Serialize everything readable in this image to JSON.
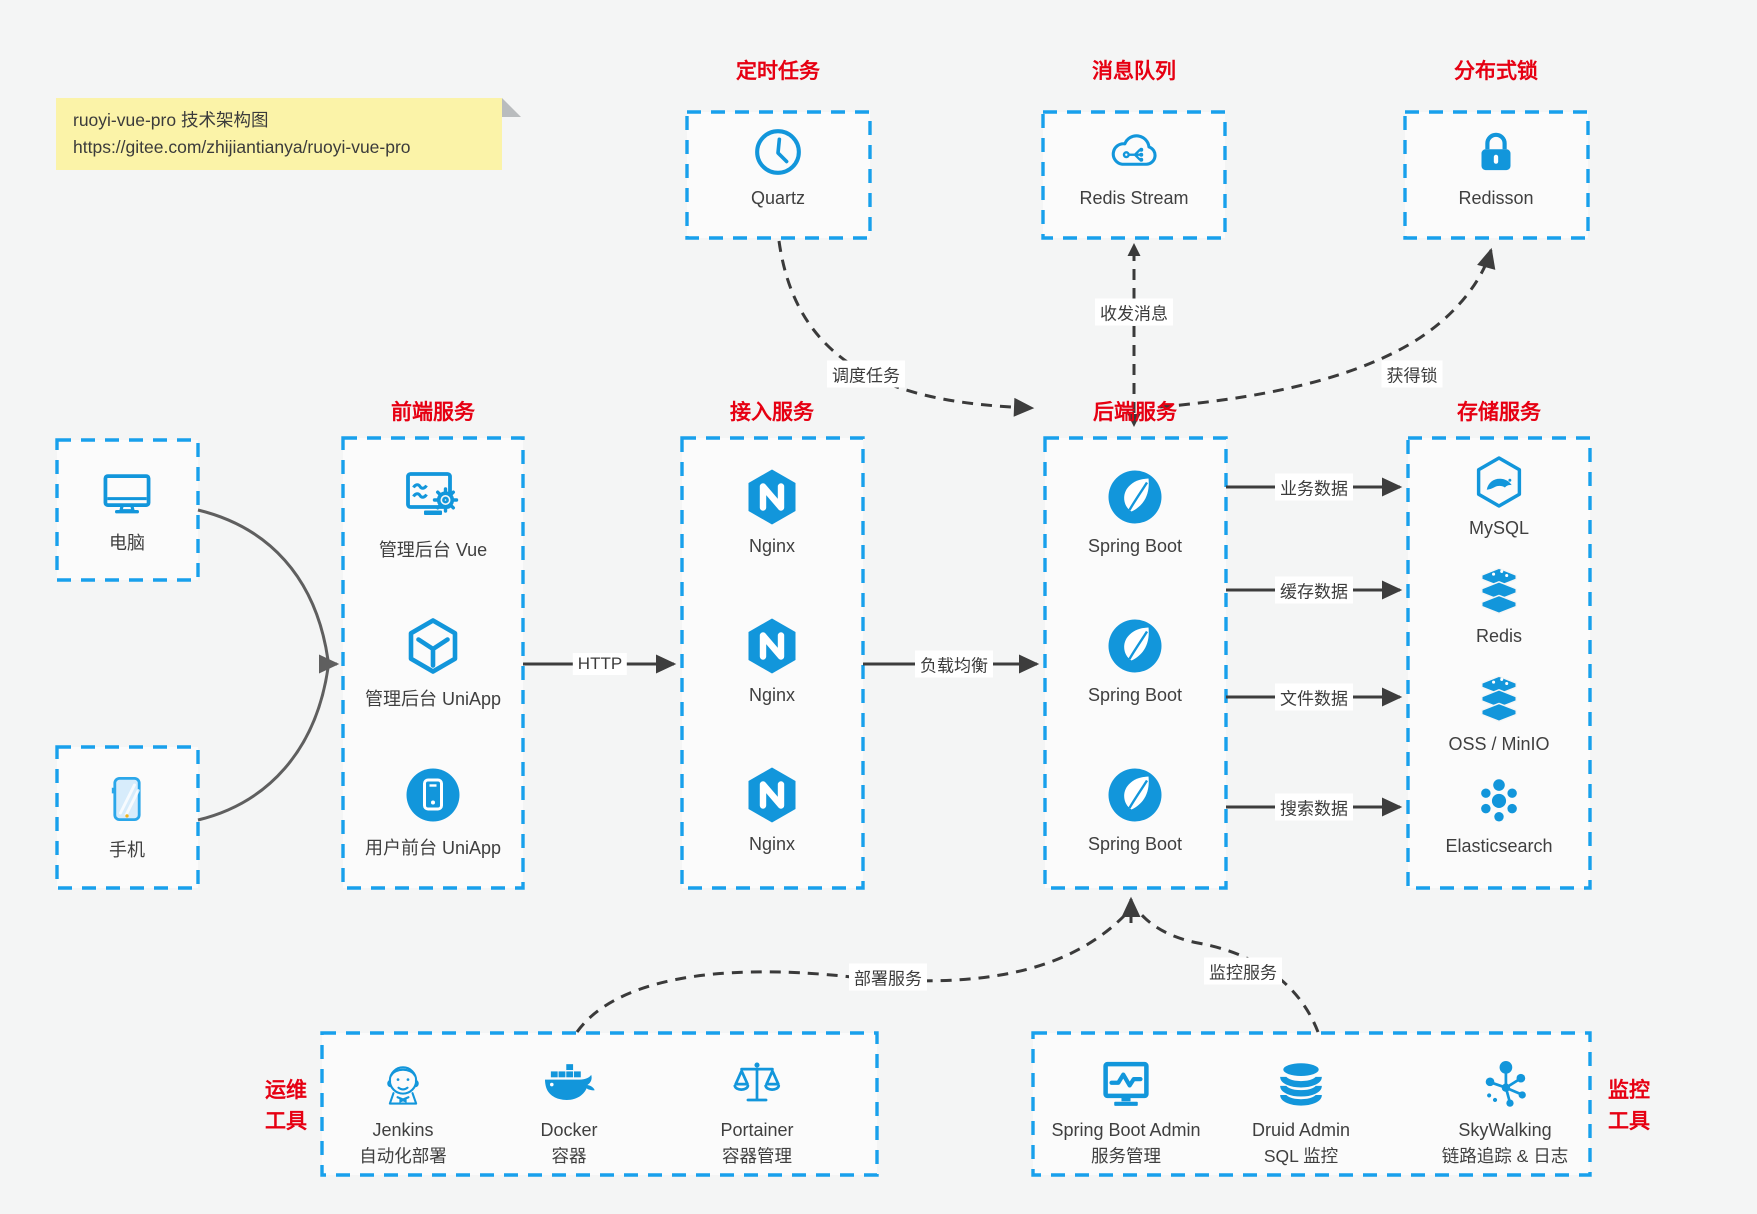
{
  "note": {
    "line1": "ruoyi-vue-pro 技术架构图",
    "line2": "https://gitee.com/zhijiantianya/ruoyi-vue-pro"
  },
  "colors": {
    "icon_accent": "#1296db",
    "box_border": "#18a0ec",
    "group_title": "#e60012",
    "connector": "#3d3d3d",
    "note_bg": "#fbf3a8"
  },
  "top_groups": {
    "scheduler": {
      "title": "定时任务",
      "item": {
        "label": "Quartz",
        "icon": "clock-icon"
      }
    },
    "mq": {
      "title": "消息队列",
      "item": {
        "label": "Redis Stream",
        "icon": "cloud-queue-icon"
      }
    },
    "lock": {
      "title": "分布式锁",
      "item": {
        "label": "Redisson",
        "icon": "lock-icon"
      }
    }
  },
  "clients": {
    "pc": {
      "label": "电脑",
      "icon": "desktop-icon"
    },
    "mobile": {
      "label": "手机",
      "icon": "smartphone-icon"
    }
  },
  "columns": {
    "frontend": {
      "title": "前端服务",
      "items": [
        {
          "label": "管理后台 Vue",
          "icon": "admin-vue-icon"
        },
        {
          "label": "管理后台 UniApp",
          "icon": "uniapp-cube-icon"
        },
        {
          "label": "用户前台 UniApp",
          "icon": "user-app-icon"
        }
      ]
    },
    "gateway": {
      "title": "接入服务",
      "items": [
        {
          "label": "Nginx",
          "icon": "nginx-icon"
        },
        {
          "label": "Nginx",
          "icon": "nginx-icon"
        },
        {
          "label": "Nginx",
          "icon": "nginx-icon"
        }
      ]
    },
    "backend": {
      "title": "后端服务",
      "items": [
        {
          "label": "Spring Boot",
          "icon": "spring-boot-icon"
        },
        {
          "label": "Spring Boot",
          "icon": "spring-boot-icon"
        },
        {
          "label": "Spring Boot",
          "icon": "spring-boot-icon"
        }
      ]
    },
    "storage": {
      "title": "存储服务",
      "items": [
        {
          "label": "MySQL",
          "icon": "mysql-icon"
        },
        {
          "label": "Redis",
          "icon": "redis-stack-icon"
        },
        {
          "label": "OSS / MinIO",
          "icon": "oss-minio-icon"
        },
        {
          "label": "Elasticsearch",
          "icon": "elasticsearch-icon"
        }
      ]
    }
  },
  "bottom_groups": {
    "ops": {
      "title_line1": "运维",
      "title_line2": "工具",
      "items": [
        {
          "name": "Jenkins",
          "desc": "自动化部署",
          "icon": "jenkins-icon"
        },
        {
          "name": "Docker",
          "desc": "容器",
          "icon": "docker-icon"
        },
        {
          "name": "Portainer",
          "desc": "容器管理",
          "icon": "portainer-icon"
        }
      ]
    },
    "monitoring": {
      "title_line1": "监控",
      "title_line2": "工具",
      "items": [
        {
          "name": "Spring Boot Admin",
          "desc": "服务管理",
          "icon": "sba-icon"
        },
        {
          "name": "Druid Admin",
          "desc": "SQL 监控",
          "icon": "druid-icon"
        },
        {
          "name": "SkyWalking",
          "desc": "链路追踪 & 日志",
          "icon": "skywalking-icon"
        }
      ]
    }
  },
  "edge_labels": {
    "http": "HTTP",
    "load_balance": "负载均衡",
    "schedule_job": "调度任务",
    "send_receive_message": "收发消息",
    "acquire_lock": "获得锁",
    "business_data": "业务数据",
    "cache_data": "缓存数据",
    "file_data": "文件数据",
    "search_data": "搜索数据",
    "deploy_service": "部署服务",
    "monitor_service": "监控服务"
  }
}
